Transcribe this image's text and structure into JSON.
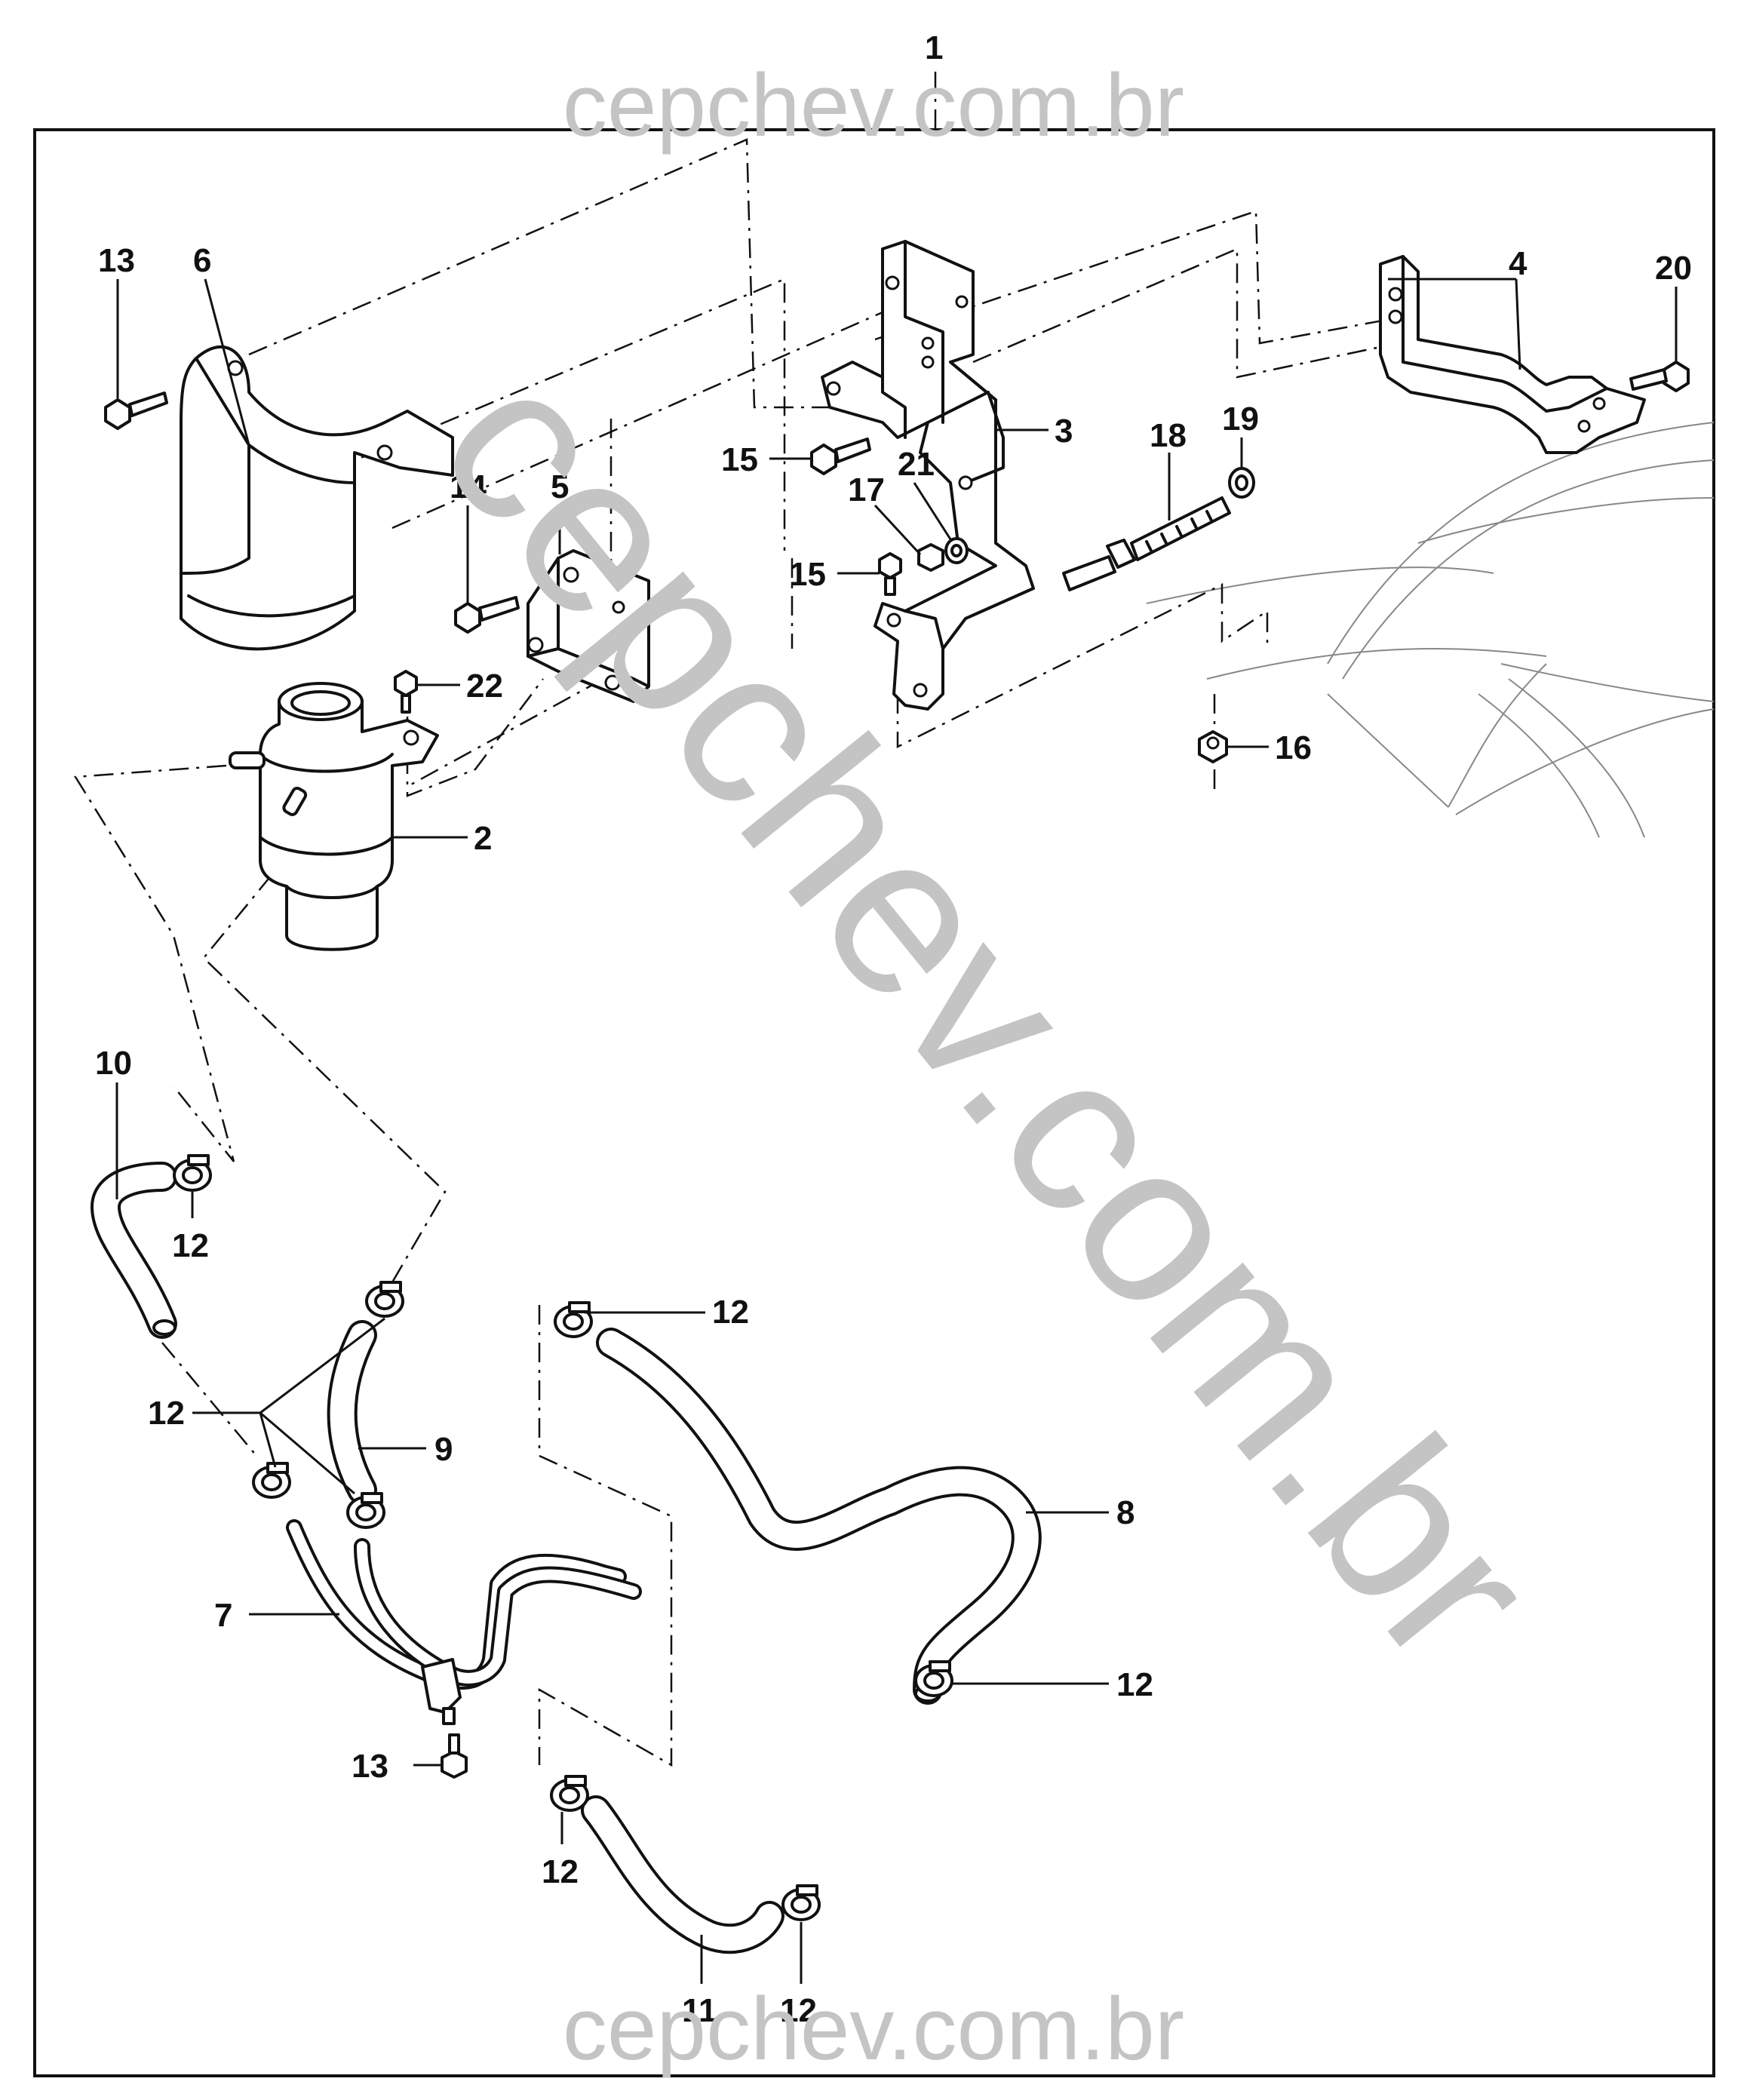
{
  "watermark": {
    "top": "cepchev.com.br",
    "diagonal": "cepchev.com.br",
    "bottom": "cepchev.com.br"
  },
  "callouts": {
    "c1": "1",
    "c2": "2",
    "c3": "3",
    "c4": "4",
    "c5": "5",
    "c6": "6",
    "c7": "7",
    "c8": "8",
    "c9": "9",
    "c10": "10",
    "c11": "11",
    "c12a": "12",
    "c12b": "12",
    "c12c": "12",
    "c12d": "12",
    "c12e": "12",
    "c12f": "12",
    "c13a": "13",
    "c13b": "13",
    "c14": "14",
    "c15a": "15",
    "c15b": "15",
    "c16": "16",
    "c17": "17",
    "c18": "18",
    "c19": "19",
    "c20": "20",
    "c21": "21",
    "c22": "22"
  }
}
